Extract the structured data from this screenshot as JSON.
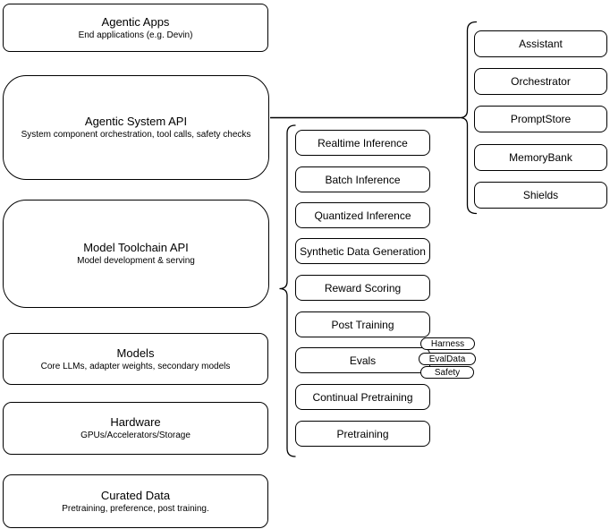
{
  "diagram": {
    "colors": {
      "stroke": "#000000",
      "fill": "#ffffff",
      "text": "#000000"
    },
    "left_column": [
      {
        "title": "Agentic Apps",
        "subtitle": "End applications (e.g. Devin)"
      },
      {
        "title": "Agentic System API",
        "subtitle": "System component orchestration, tool calls, safety checks"
      },
      {
        "title": "Model Toolchain API",
        "subtitle": "Model development & serving"
      },
      {
        "title": "Models",
        "subtitle": "Core LLMs, adapter weights, secondary models"
      },
      {
        "title": "Hardware",
        "subtitle": "GPUs/Accelerators/Storage"
      },
      {
        "title": "Curated Data",
        "subtitle": "Pretraining, preference, post training."
      }
    ],
    "toolchain_services": [
      "Realtime Inference",
      "Batch Inference",
      "Quantized Inference",
      "Synthetic Data Generation",
      "Reward Scoring",
      "Post Training",
      "Evals",
      "Continual Pretraining",
      "Pretraining"
    ],
    "evals_tags": [
      "Harness",
      "EvalData",
      "Safety"
    ],
    "agentic_components": [
      "Assistant",
      "Orchestrator",
      "PromptStore",
      "MemoryBank",
      "Shields"
    ]
  }
}
